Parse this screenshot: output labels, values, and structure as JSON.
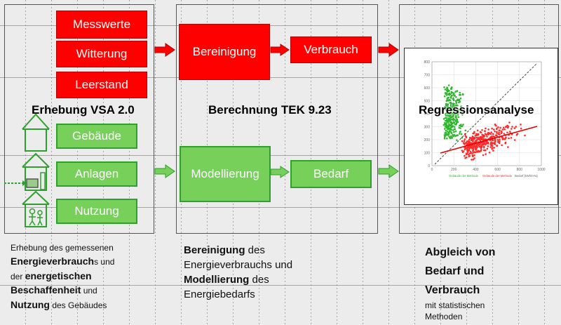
{
  "sources": {
    "red": [
      "Messwerte",
      "Witterung",
      "Leerstand"
    ],
    "green": [
      "Gebäude",
      "Anlagen",
      "Nutzung"
    ]
  },
  "calculation": {
    "red": [
      "Bereinigung",
      "Verbrauch"
    ],
    "green": [
      "Modellierung",
      "Bedarf"
    ]
  },
  "headings": {
    "survey": "Erhebung  VSA 2.0",
    "calc": "Berechnung TEK 9.23",
    "regression": "Regressionsanalyse"
  },
  "mini_chart": {
    "ytick_labels": [
      "800",
      "700",
      "600",
      "500",
      "400",
      "300",
      "200",
      "100",
      "0"
    ],
    "xtick_labels": [
      "0",
      "200",
      "400",
      "600",
      "800",
      "1000"
    ],
    "legend_green": "Gebäude der Methode",
    "legend_red": "Gebäude der Methode",
    "legend_axis": "Bedarf [kWh/m²a]"
  },
  "descriptions": {
    "survey": {
      "l1": "Erhebung des gemessenen",
      "l2b": "Energieverbrauch",
      "l2": "s und",
      "l3": "der ",
      "l3b": "energetischen",
      "l4b": "Beschaffenheit",
      "l4": " und",
      "l5b": "Nutzung",
      "l5": " des Gebäudes"
    },
    "calc": {
      "l1b": "Bereinigung",
      "l1": " des",
      "l2": "Energieverbrauchs und",
      "l3b": "Modellierung",
      "l3": " des",
      "l4": "Energiebedarfs"
    },
    "regression": {
      "l1": "Abgleich von",
      "l2": "Bedarf und",
      "l3": "Verbrauch",
      "l4": "mit statistischen",
      "l5": "Methoden"
    }
  },
  "colors": {
    "red": "#ff0000",
    "green": "#76d05a",
    "green_border": "#2ea02e",
    "background": "#ececec"
  }
}
